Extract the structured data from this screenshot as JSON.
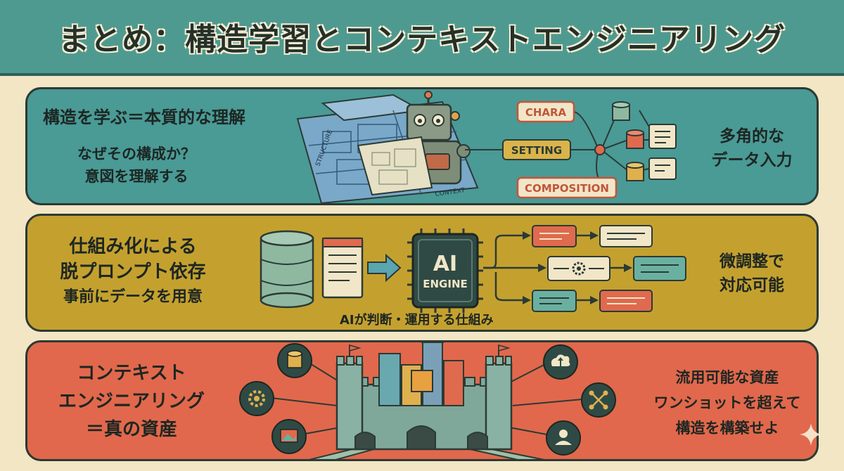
{
  "title": "まとめ：構造学習とコンテキストエンジニアリング",
  "panel1": {
    "heading": "構造を学ぶ＝本質的な理解",
    "sub_line1": "なぜその構成か？",
    "sub_line2": "意図を理解する",
    "labels": [
      "CHARA",
      "SETTING",
      "COMPOSITION"
    ],
    "blueprint_text_1": "STRUCTURE",
    "blueprint_text_2": "CONTEXT",
    "right_line1": "多角的な",
    "right_line2": "データ入力"
  },
  "panel2": {
    "left_line1": "仕組み化による",
    "left_line2": "脱プロンプト依存",
    "left_line3": "事前にデータを用意",
    "chip_line1": "AI",
    "chip_line2": "ENGINE",
    "caption": "AIが判断・運用する仕組み",
    "right_line1": "微調整で",
    "right_line2": "対応可能"
  },
  "panel3": {
    "left_line1": "コンテキスト",
    "left_line2": "エンジニアリング",
    "left_line3": "＝真の資産",
    "right_line1": "流用可能な資産",
    "right_line2": "ワンショットを超えて",
    "right_line3": "構造を構築せよ"
  },
  "colors": {
    "teal": "#4a9a96",
    "mustard": "#c4a12f",
    "coral": "#e1684c",
    "cream": "#f2e6c4"
  }
}
